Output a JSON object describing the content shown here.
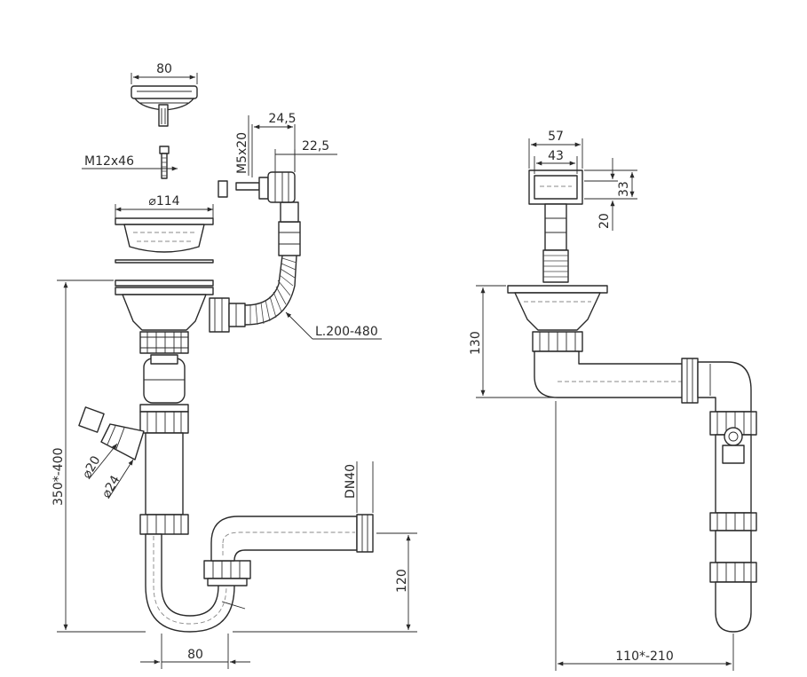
{
  "labels": {
    "strainer_width": "80",
    "bolt": "M12x46",
    "flange_diameter": "⌀114",
    "overflow_width": "24,5",
    "overflow_screw": "M5x20",
    "overflow_offset": "22,5",
    "hose_length": "L.200-480",
    "total_height": "350*-400",
    "inlet_d20": "⌀20",
    "inlet_d24": "⌀24",
    "outlet_dn": "DN40",
    "outlet_height": "120",
    "trap_width": "80",
    "overflow_head_outer": "57",
    "overflow_head_inner": "43",
    "overflow_head_height": "33",
    "overflow_head_depth": "20",
    "side_height": "130",
    "side_width": "110*-210"
  },
  "colors": {
    "line": "#2a2a2a",
    "background": "#ffffff"
  }
}
